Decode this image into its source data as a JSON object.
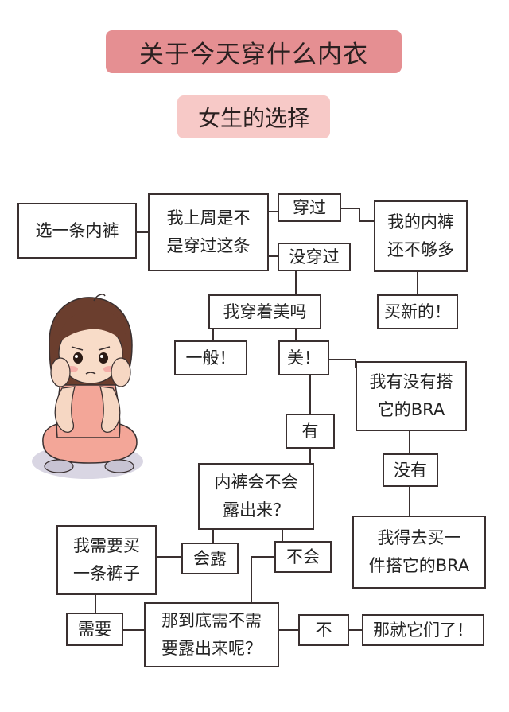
{
  "title": "关于今天穿什么内衣",
  "subtitle": "女生的选择",
  "nodes": {
    "pick": "选一条内裤",
    "wore_last_week": "我上周是不\n是穿过这条",
    "wore": "穿过",
    "not_wore": "没穿过",
    "not_enough": "我的内裤\n还不够多",
    "buy_new": "买新的！",
    "look_good": "我穿着美吗",
    "so_so": "一般！",
    "pretty": "美！",
    "matching_bra": "我有没有搭\n它的BRA",
    "have": "有",
    "dont_have": "没有",
    "buy_bra": "我得去买一\n件搭它的BRA",
    "show": "内裤会不会\n露出来？",
    "will_show": "会露",
    "wont_show": "不会",
    "need_pants": "我需要买\n一条裤子",
    "need": "需要",
    "need_show": "那到底需不需\n要露出来呢？",
    "no": "不",
    "these": "那就它们了！"
  },
  "colors": {
    "title_bg": "#e58f92",
    "subtitle_bg": "#f7c9c7",
    "border": "#3a3030",
    "dress": "#f3a698",
    "hair": "#6b3e2e"
  }
}
